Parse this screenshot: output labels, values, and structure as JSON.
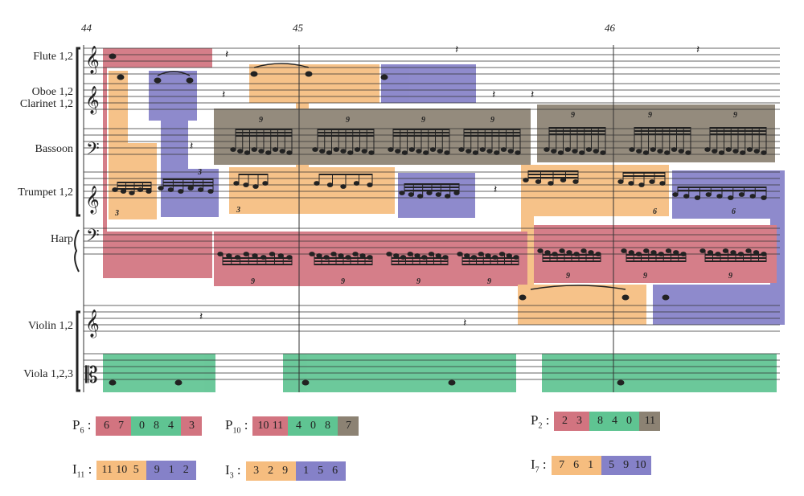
{
  "measures": [
    "44",
    "45",
    "46"
  ],
  "instruments": [
    "Flute 1,2",
    "Oboe 1,2",
    "Clarinet 1,2",
    "Bassoon",
    "Trumpet 1,2",
    "Harp",
    "Violin 1,2",
    "Viola 1,2,3"
  ],
  "tuplets": [
    "9",
    "3",
    "6"
  ],
  "colors": {
    "red": "#d27480",
    "green": "#5fc492",
    "orange": "#f6bd7f",
    "purple": "#8581c8",
    "grey": "#8c8273"
  },
  "rows": {
    "p6": {
      "name": "P",
      "sub": "6",
      "groups": [
        {
          "color": "red",
          "cells": [
            "6",
            "7"
          ]
        },
        {
          "color": "green",
          "cells": [
            "0",
            "8",
            "4"
          ]
        },
        {
          "color": "red",
          "cells": [
            "3"
          ]
        }
      ]
    },
    "p10": {
      "name": "P",
      "sub": "10",
      "groups": [
        {
          "color": "red",
          "cells": [
            "10",
            "11"
          ]
        },
        {
          "color": "green",
          "cells": [
            "4",
            "0",
            "8"
          ]
        },
        {
          "color": "grey",
          "cells": [
            "7"
          ]
        }
      ]
    },
    "p2": {
      "name": "P",
      "sub": "2",
      "groups": [
        {
          "color": "red",
          "cells": [
            "2",
            "3"
          ]
        },
        {
          "color": "green",
          "cells": [
            "8",
            "4",
            "0"
          ]
        },
        {
          "color": "grey",
          "cells": [
            "11"
          ]
        }
      ]
    },
    "i11": {
      "name": "I",
      "sub": "11",
      "groups": [
        {
          "color": "orange",
          "cells": [
            "11",
            "10",
            "5"
          ]
        },
        {
          "color": "purple",
          "cells": [
            "9",
            "1",
            "2"
          ]
        }
      ]
    },
    "i3": {
      "name": "I",
      "sub": "3",
      "groups": [
        {
          "color": "orange",
          "cells": [
            "3",
            "2",
            "9"
          ]
        },
        {
          "color": "purple",
          "cells": [
            "1",
            "5",
            "6"
          ]
        }
      ]
    },
    "i7": {
      "name": "I",
      "sub": "7",
      "groups": [
        {
          "color": "orange",
          "cells": [
            "7",
            "6",
            "1"
          ]
        },
        {
          "color": "purple",
          "cells": [
            "5",
            "9",
            "10"
          ]
        }
      ]
    }
  }
}
